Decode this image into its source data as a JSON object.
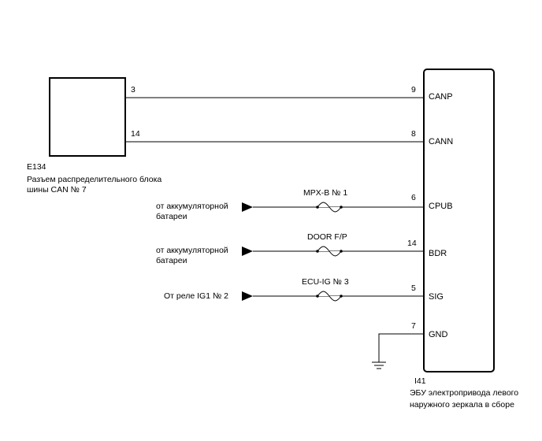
{
  "connector_e134": {
    "code": "E134",
    "desc_line1": "Разъем распределительного блока",
    "desc_line2": "шины CAN № 7",
    "pins": [
      "3",
      "14"
    ]
  },
  "ecu_i41": {
    "code": "I41",
    "desc_line1": "ЭБУ электропривода левого",
    "desc_line2": "наружного зеркала в сборе",
    "terminals": [
      {
        "pin": "9",
        "label": "CANP"
      },
      {
        "pin": "8",
        "label": "CANN"
      },
      {
        "pin": "6",
        "label": "CPUB"
      },
      {
        "pin": "14",
        "label": "BDR"
      },
      {
        "pin": "5",
        "label": "SIG"
      },
      {
        "pin": "7",
        "label": "GND"
      }
    ]
  },
  "fuses": [
    "MPX-B № 1",
    "DOOR F/P",
    "ECU-IG № 3"
  ],
  "sources": {
    "cpub_line1": "от аккумуляторной",
    "cpub_line2": "батареи",
    "bdr_line1": "от аккумуляторной",
    "bdr_line2": "батареи",
    "sig": "От реле IG1 № 2"
  }
}
